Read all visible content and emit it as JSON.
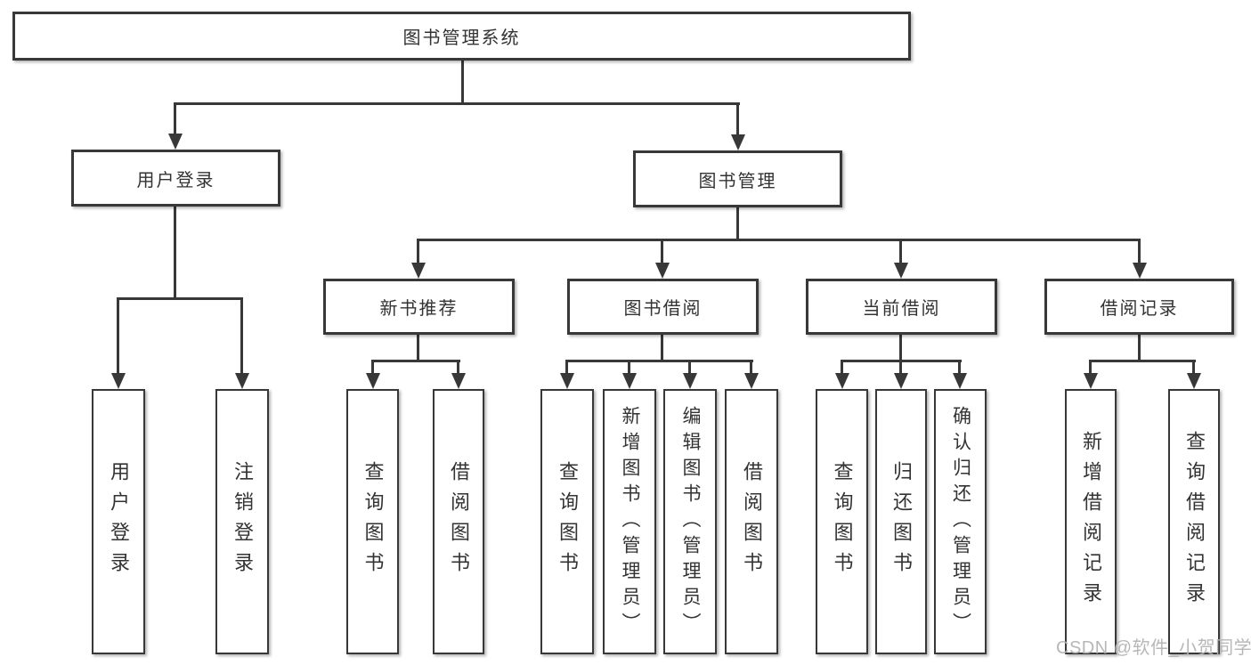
{
  "tree": {
    "root": {
      "label": "图书管理系统"
    },
    "user_login_branch": {
      "label": "用户登录",
      "children": [
        {
          "label": "用户登录"
        },
        {
          "label": "注销登录"
        }
      ]
    },
    "book_mgmt_branch": {
      "label": "图书管理",
      "children": [
        {
          "label": "新书推荐",
          "children": [
            {
              "label": "查询图书"
            },
            {
              "label": "借阅图书"
            }
          ]
        },
        {
          "label": "图书借阅",
          "children": [
            {
              "label": "查询图书"
            },
            {
              "label": "新增图书（管理员）"
            },
            {
              "label": "编辑图书（管理员）"
            },
            {
              "label": "借阅图书"
            }
          ]
        },
        {
          "label": "当前借阅",
          "children": [
            {
              "label": "查询图书"
            },
            {
              "label": "归还图书"
            },
            {
              "label": "确认归还（管理员）"
            }
          ]
        },
        {
          "label": "借阅记录",
          "children": [
            {
              "label": "新增借阅记录"
            },
            {
              "label": "查询借阅记录"
            }
          ]
        }
      ]
    }
  },
  "watermark": "CSDN @软件_小贺同学",
  "colors": {
    "line": "#383838",
    "text": "#333333",
    "background": "#ffffff",
    "watermark": "#b4b4b4"
  }
}
